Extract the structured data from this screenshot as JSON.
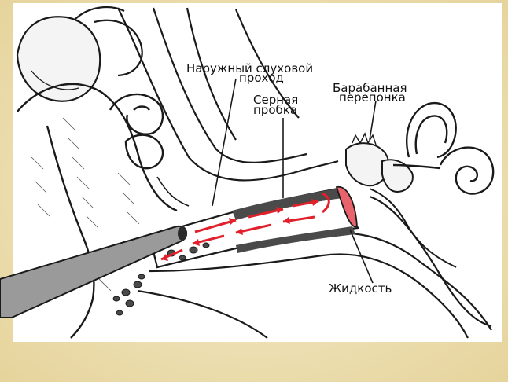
{
  "labels": {
    "canal_line1": "Наружный слуховой",
    "canal_line2": "проход",
    "plug_line1": "Серная",
    "plug_line2": "пробка",
    "eardrum_line1": "Барабанная",
    "eardrum_line2": "перепонка",
    "fluid": "Жидкость"
  },
  "colors": {
    "background": "#efe3b5",
    "panel": "#ffffff",
    "ink": "#1a1a1a",
    "wax": "#4a4a4a",
    "flow_arrows": "#e0202a",
    "eardrum_fill": "#e8636b",
    "syringe": "#9a9a9a"
  }
}
